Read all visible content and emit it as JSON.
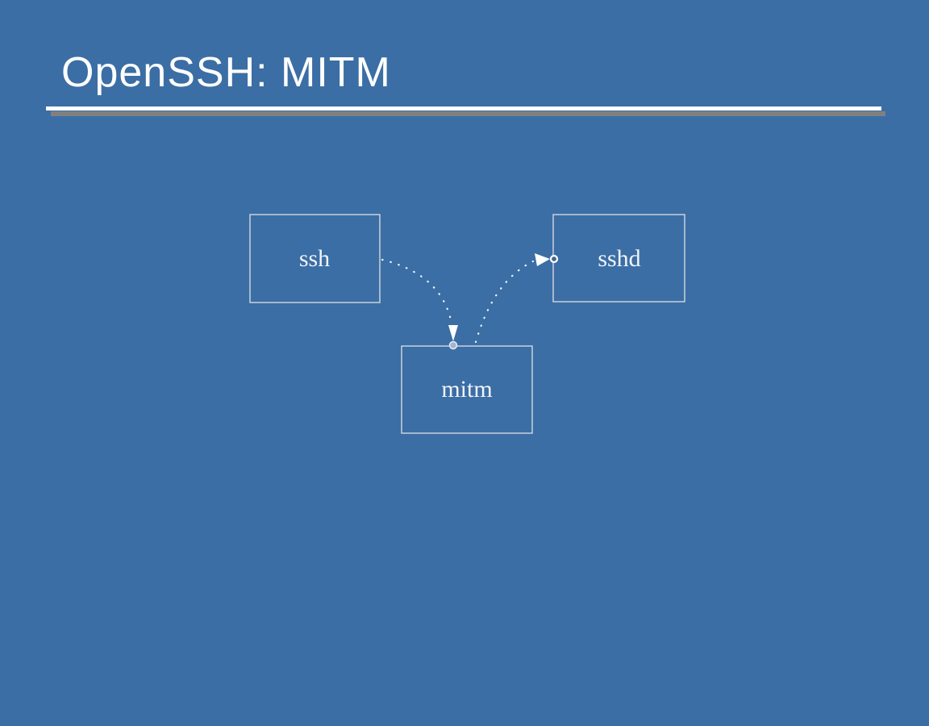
{
  "slide": {
    "title": "OpenSSH: MITM",
    "colors": {
      "background": "#3B6EA5",
      "title_text": "#FFFFFF",
      "underline": "#FFFFFF",
      "underline_shadow": "#808080"
    }
  },
  "diagram": {
    "colors": {
      "node_border": "#C9D1DB",
      "node_label": "#F1F4F9",
      "connector_dots": "#FFFFFF",
      "mitm_endpoint_fill": "#A2B6CC",
      "sshd_endpoint_ring": "#FFFFFF"
    },
    "nodes": [
      {
        "id": "ssh",
        "label": "ssh"
      },
      {
        "id": "sshd",
        "label": "sshd"
      },
      {
        "id": "mitm",
        "label": "mitm"
      }
    ],
    "connections": [
      {
        "from": "ssh",
        "to": "mitm",
        "style": "dotted-arc",
        "arrowhead": "down-into-mitm-top"
      },
      {
        "from": "mitm",
        "to": "sshd",
        "style": "dotted-arc",
        "arrowhead": "right-into-sshd-left"
      }
    ]
  }
}
